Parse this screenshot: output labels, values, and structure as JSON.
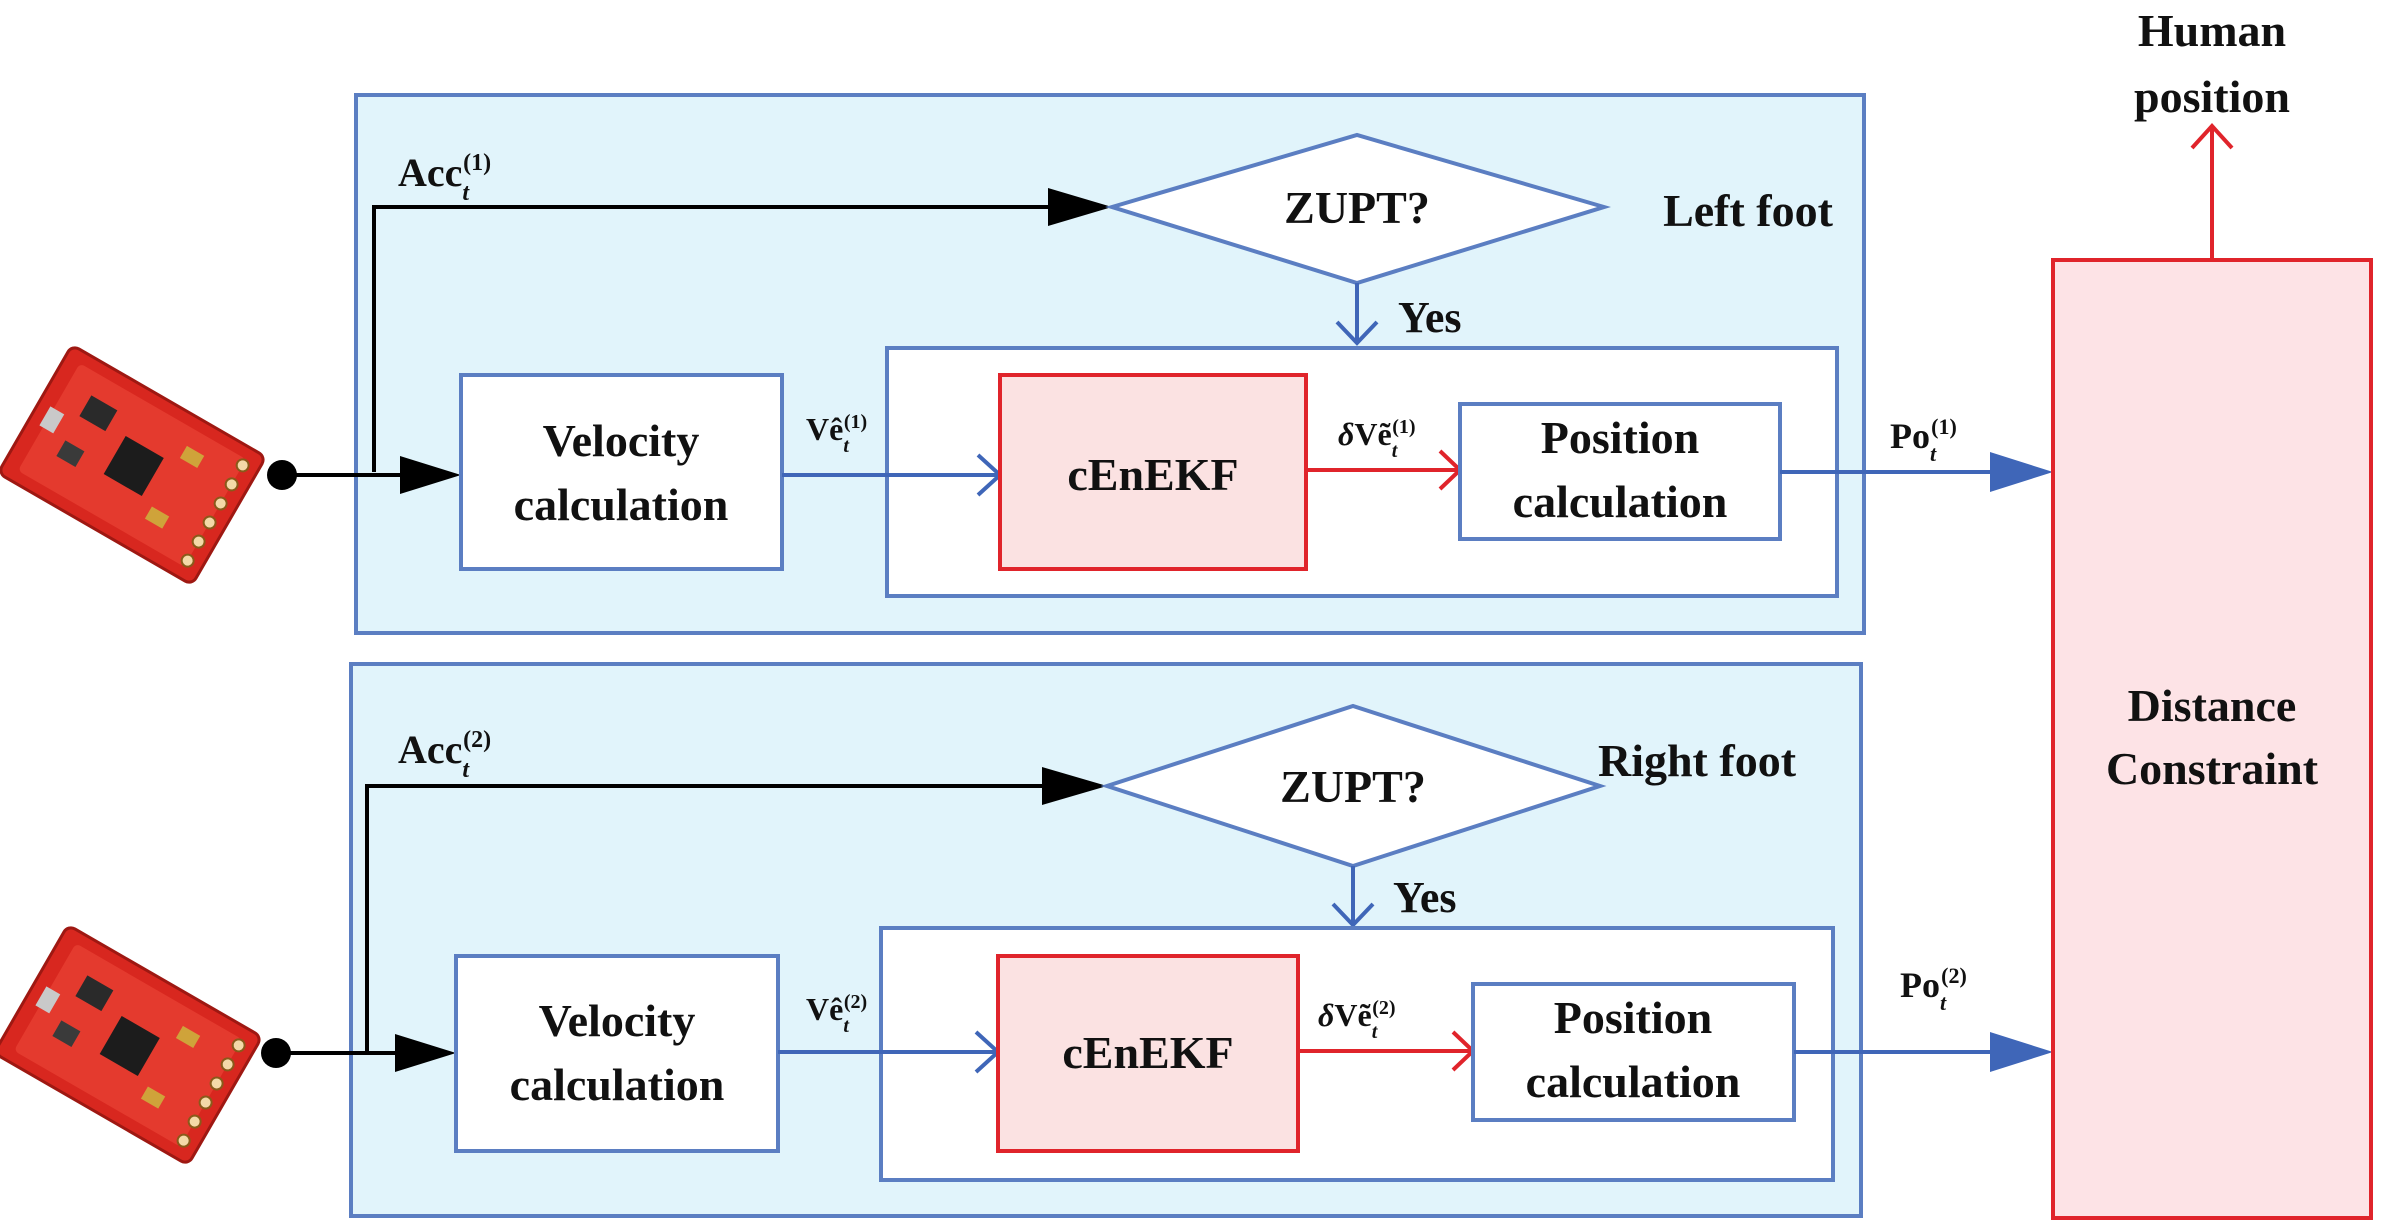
{
  "colors": {
    "panel_fill": "#e1f4fb",
    "panel_stroke": "#5b7ec2",
    "flow_blue": "#3f66b8",
    "flow_red": "#e0242b",
    "filter_fill": "#fbe2e2",
    "constraint_fill": "#fde3e6",
    "signal_black": "#000000"
  },
  "output": {
    "line1": "Human",
    "line2": "position"
  },
  "constraint": {
    "line1": "Distance",
    "line2": "Constraint"
  },
  "left": {
    "foot_label": "Left foot",
    "acc_main": "Acc",
    "acc_sub": "t",
    "acc_sup": "(1)",
    "zupt": "ZUPT?",
    "yes": "Yes",
    "velocity_l1": "Velocity",
    "velocity_l2": "calculation",
    "vel_signal_main": "Vê",
    "vel_signal_sub": "t",
    "vel_signal_sup": "(1)",
    "filter": "cEnEKF",
    "delta_prefix": "δ",
    "delta_main": "Vẽ",
    "delta_sub": "t",
    "delta_sup": "(1)",
    "position_l1": "Position",
    "position_l2": "calculation",
    "pos_out_main": "Po",
    "pos_out_sub": "t",
    "pos_out_sup": "(1)"
  },
  "right": {
    "foot_label": "Right foot",
    "acc_main": "Acc",
    "acc_sub": "t",
    "acc_sup": "(2)",
    "zupt": "ZUPT?",
    "yes": "Yes",
    "velocity_l1": "Velocity",
    "velocity_l2": "calculation",
    "vel_signal_main": "Vê",
    "vel_signal_sub": "t",
    "vel_signal_sup": "(2)",
    "filter": "cEnEKF",
    "delta_prefix": "δ",
    "delta_main": "Vẽ",
    "delta_sub": "t",
    "delta_sup": "(2)",
    "position_l1": "Position",
    "position_l2": "calculation",
    "pos_out_main": "Po",
    "pos_out_sub": "t",
    "pos_out_sup": "(2)"
  }
}
